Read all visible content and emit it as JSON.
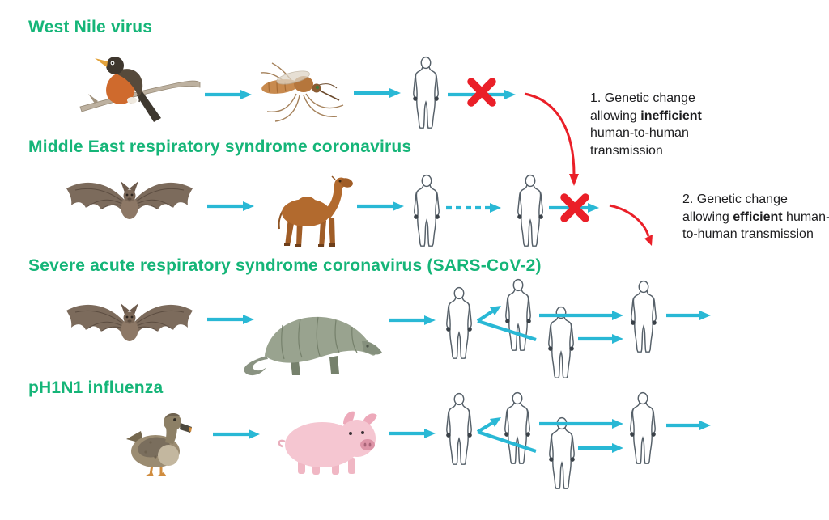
{
  "rows": [
    {
      "title": "West Nile virus",
      "reservoir_icon": "bird-icon",
      "intermediate_icon": "mosquito-icon"
    },
    {
      "title": "Middle East respiratory syndrome coronavirus",
      "reservoir_icon": "bat-icon",
      "intermediate_icon": "camel-icon"
    },
    {
      "title": "Severe acute respiratory syndrome coronavirus (SARS-CoV-2)",
      "reservoir_icon": "bat-icon",
      "intermediate_icon": "pangolin-icon"
    },
    {
      "title": "pH1N1 influenza",
      "reservoir_icon": "duck-icon",
      "intermediate_icon": "pig-icon"
    }
  ],
  "annotations": [
    {
      "lead": "1. Genetic change allowing ",
      "emph": "inefficient",
      "rest": " human-to-human transmission"
    },
    {
      "lead": "2. Genetic change allowing ",
      "emph": "efficient",
      "rest": " human-to-human transmission"
    }
  ],
  "icons": {
    "human": "human-figure-icon",
    "blocked_transmission": "red-cross-icon",
    "transmission_arrow": "cyan-arrow-icon",
    "weak_transmission_arrow": "dashed-cyan-arrow-icon",
    "genetic_change_arrow": "red-curved-arrow-icon"
  },
  "colors": {
    "background": "#ffffff",
    "title_green": "#15b578",
    "arrow_cyan": "#29b8d5",
    "cross_red": "#ea1f28",
    "annotation_text": "#1d1d1f",
    "human_outline": "#566069",
    "human_hands": "#3a4148"
  }
}
